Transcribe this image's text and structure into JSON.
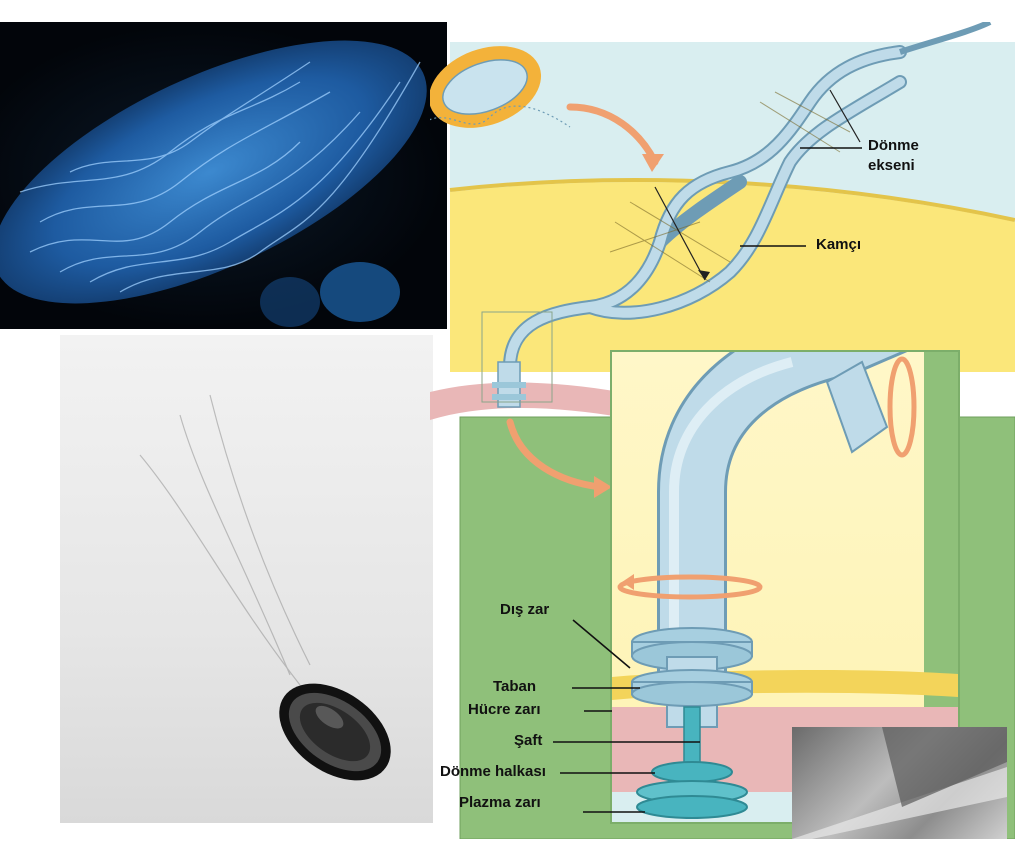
{
  "labels": {
    "donme_ekseni_line1": "Dönme",
    "donme_ekseni_line2": "ekseni",
    "kamci": "Kamçı",
    "dis_zar": "Dış zar",
    "taban": "Taban",
    "hucre_zari": "Hücre zarı",
    "saft": "Şaft",
    "donme_halkasi": "Dönme halkası",
    "plazma_zari": "Plazma zarı"
  },
  "colors": {
    "flagellum": "#bfdbe9",
    "flagellum_outline": "#6e9cb5",
    "cell_yellow": "#fbe77a",
    "background_green": "#8fc07a",
    "light_blue_bg": "#d9eef0",
    "arrow_orange": "#f0a070",
    "membrane_pink": "#e9b7b7",
    "rotor_teal": "#48b4bf"
  },
  "icons": [
    "rotation-arrow-icon",
    "pointer-arrow-icon"
  ]
}
